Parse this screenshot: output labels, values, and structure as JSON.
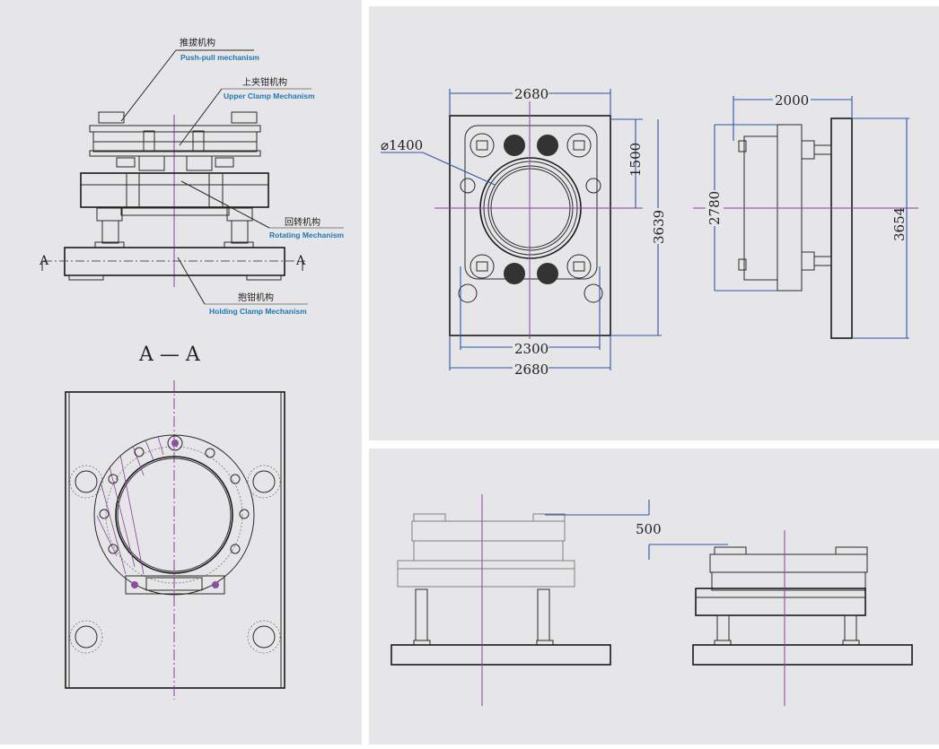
{
  "figure": {
    "panels": [
      "front-view-with-section",
      "plan-and-side-dimensions",
      "lift-stroke-comparison"
    ]
  },
  "left_panel": {
    "callouts": [
      {
        "cn": "推拔机构",
        "en": "Push-pull mechanism"
      },
      {
        "cn": "上夹钳机构",
        "en": "Upper Clamp Mechanism"
      },
      {
        "cn": "回转机构",
        "en": "Rotating Mechanism"
      },
      {
        "cn": "抱钳机构",
        "en": "Holding Clamp Mechanism"
      }
    ],
    "section_marker": "A",
    "section_title": "A — A"
  },
  "top_right_panel": {
    "plan_view": {
      "width_top": "2680",
      "diameter": "⌀1400",
      "height_half": "1500",
      "height_total": "3639",
      "inner_width": "2300",
      "width_bottom": "2680"
    },
    "side_view": {
      "depth": "2000",
      "height_inner": "2780",
      "height_total": "3654"
    }
  },
  "bottom_right_panel": {
    "stroke_dimension": "500"
  },
  "colors": {
    "panel_bg": "#e6e6e8",
    "dimension_line": "#2c56a8",
    "center_line": "#8a3fa0",
    "label_en": "#1f77b4"
  }
}
